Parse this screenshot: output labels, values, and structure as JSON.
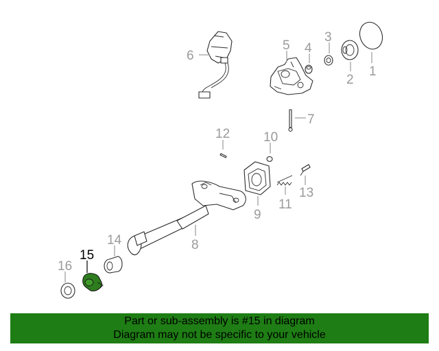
{
  "diagram": {
    "callouts": [
      {
        "id": "1",
        "label": "1"
      },
      {
        "id": "2",
        "label": "2"
      },
      {
        "id": "3",
        "label": "3"
      },
      {
        "id": "4",
        "label": "4"
      },
      {
        "id": "5",
        "label": "5"
      },
      {
        "id": "6",
        "label": "6"
      },
      {
        "id": "7",
        "label": "7"
      },
      {
        "id": "8",
        "label": "8"
      },
      {
        "id": "9",
        "label": "9"
      },
      {
        "id": "10",
        "label": "10"
      },
      {
        "id": "11",
        "label": "11"
      },
      {
        "id": "12",
        "label": "12"
      },
      {
        "id": "13",
        "label": "13"
      },
      {
        "id": "14",
        "label": "14"
      },
      {
        "id": "15",
        "label": "15"
      },
      {
        "id": "16",
        "label": "16"
      }
    ],
    "highlighted_part": "15",
    "highlight_color": "#2e7d1e",
    "callout_color": "#9a9a9a"
  },
  "banner": {
    "line1": "Part or sub-assembly is #15 in diagram",
    "line2": "Diagram may not be specific to your vehicle",
    "background": "#1e7d14"
  }
}
